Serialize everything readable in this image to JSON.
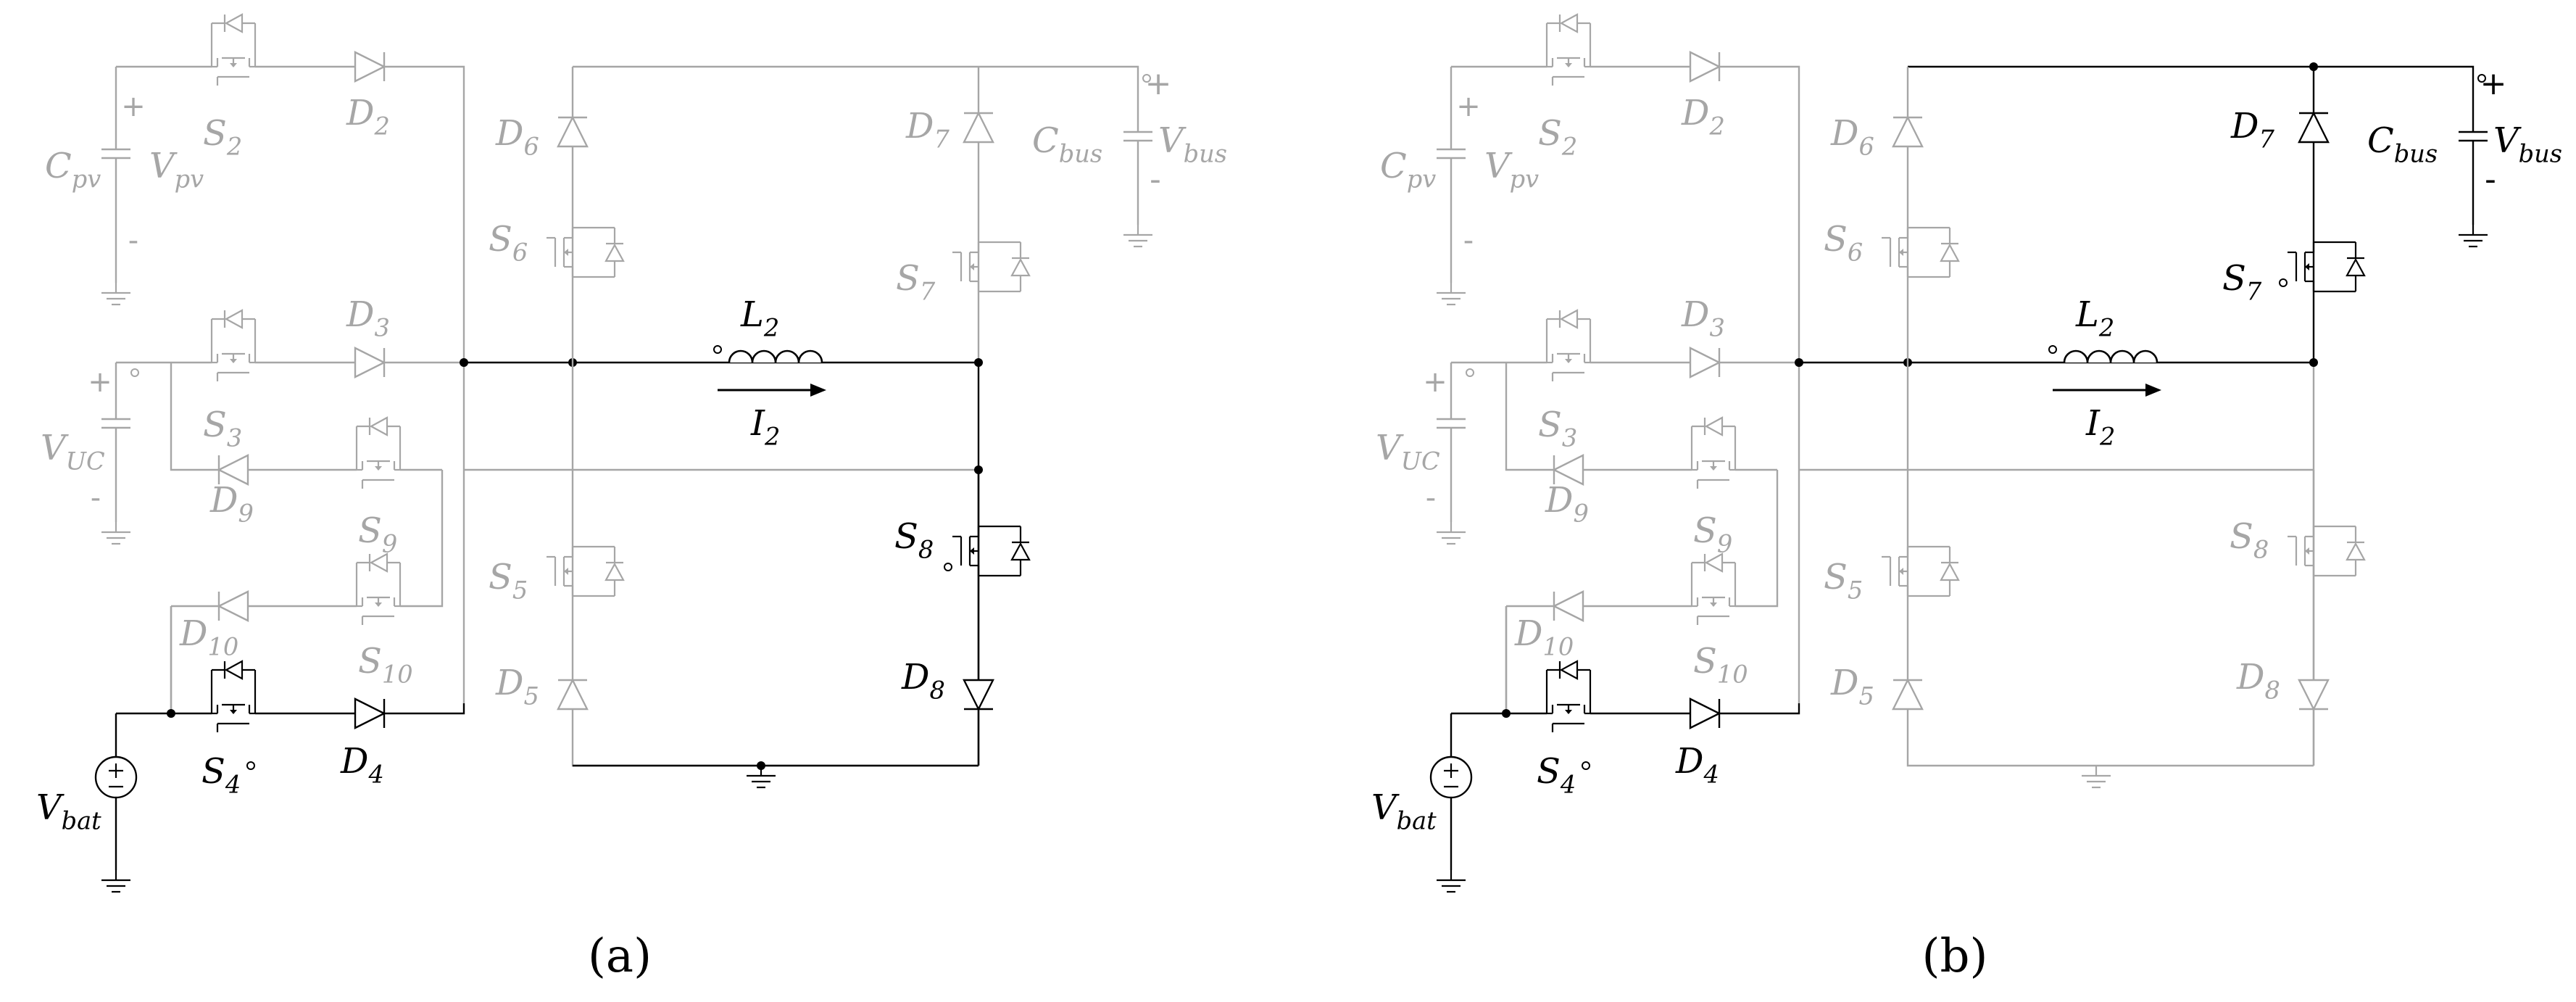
{
  "figure": {
    "panels": [
      {
        "id": "a",
        "panel_label": "(a)",
        "labels": {
          "S2": [
            "S",
            "2"
          ],
          "D2": [
            "D",
            "2"
          ],
          "Cpv": [
            "C",
            "pv"
          ],
          "Vpv": [
            "V",
            "pv"
          ],
          "D3": [
            "D",
            "3"
          ],
          "S3": [
            "S",
            "3"
          ],
          "VUC": [
            "V",
            "UC"
          ],
          "D9": [
            "D",
            "9"
          ],
          "S9": [
            "S",
            "9"
          ],
          "D10": [
            "D",
            "10"
          ],
          "S10": [
            "S",
            "10"
          ],
          "S4": [
            "S",
            "4"
          ],
          "D4": [
            "D",
            "4"
          ],
          "Vbat": [
            "V",
            "bat"
          ],
          "D6": [
            "D",
            "6"
          ],
          "S6": [
            "S",
            "6"
          ],
          "S5": [
            "S",
            "5"
          ],
          "D5": [
            "D",
            "5"
          ],
          "L2": [
            "L",
            "2"
          ],
          "I2": [
            "I",
            "2"
          ],
          "D7": [
            "D",
            "7"
          ],
          "S7": [
            "S",
            "7"
          ],
          "S8": [
            "S",
            "8"
          ],
          "D8": [
            "D",
            "8"
          ],
          "Cbus": [
            "C",
            "bus"
          ],
          "Vbus": [
            "V",
            "bus"
          ]
        },
        "active": [
          "S4",
          "D4",
          "Vbat",
          "L2",
          "I2",
          "S8",
          "D8"
        ]
      },
      {
        "id": "b",
        "panel_label": "(b)",
        "labels": {
          "S2": [
            "S",
            "2"
          ],
          "D2": [
            "D",
            "2"
          ],
          "Cpv": [
            "C",
            "pv"
          ],
          "Vpv": [
            "V",
            "pv"
          ],
          "D3": [
            "D",
            "3"
          ],
          "S3": [
            "S",
            "3"
          ],
          "VUC": [
            "V",
            "UC"
          ],
          "D9": [
            "D",
            "9"
          ],
          "S9": [
            "S",
            "9"
          ],
          "D10": [
            "D",
            "10"
          ],
          "S10": [
            "S",
            "10"
          ],
          "S4": [
            "S",
            "4"
          ],
          "D4": [
            "D",
            "4"
          ],
          "Vbat": [
            "V",
            "bat"
          ],
          "D6": [
            "D",
            "6"
          ],
          "S6": [
            "S",
            "6"
          ],
          "S5": [
            "S",
            "5"
          ],
          "D5": [
            "D",
            "5"
          ],
          "L2": [
            "L",
            "2"
          ],
          "I2": [
            "I",
            "2"
          ],
          "D7": [
            "D",
            "7"
          ],
          "S7": [
            "S",
            "7"
          ],
          "S8": [
            "S",
            "8"
          ],
          "D8": [
            "D",
            "8"
          ],
          "Cbus": [
            "C",
            "bus"
          ],
          "Vbus": [
            "V",
            "bus"
          ]
        },
        "active": [
          "S4",
          "D4",
          "Vbat",
          "L2",
          "I2",
          "D7",
          "S7",
          "Cbus",
          "Vbus"
        ]
      }
    ],
    "colors": {
      "active": "#000000",
      "inactive": "#a6a6a6",
      "background": "#ffffff"
    },
    "polarity": {
      "plus": "+",
      "minus": "-"
    }
  }
}
